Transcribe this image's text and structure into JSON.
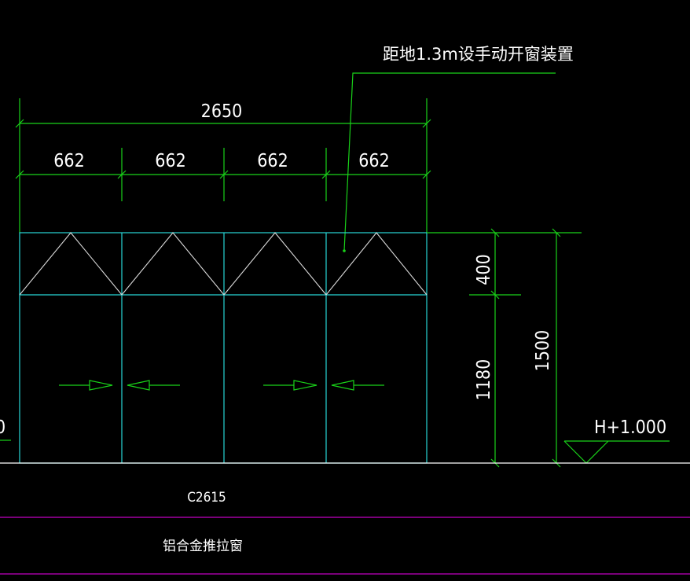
{
  "colors": {
    "background": "#000000",
    "dimension": "#19d219",
    "frame": "#27d6d6",
    "text": "#ffffff",
    "separator": "#c400c4",
    "opening_marks": "#d8d8d8"
  },
  "annotation": {
    "note": "距地1.3m设手动开窗装置"
  },
  "dimensions": {
    "overall_width": "2650",
    "panel_widths": [
      "662",
      "662",
      "662",
      "662"
    ],
    "top_height": "400",
    "bottom_height": "1180",
    "total_height": "1500",
    "left_partial": "0"
  },
  "elevation": {
    "label": "H+1.000"
  },
  "window": {
    "code": "C2615",
    "type": "铝合金推拉窗"
  },
  "symbols": {
    "arrow_right": "arrow-right-icon",
    "arrow_left": "arrow-left-icon",
    "elevation_marker": "elevation-triangle-icon"
  }
}
